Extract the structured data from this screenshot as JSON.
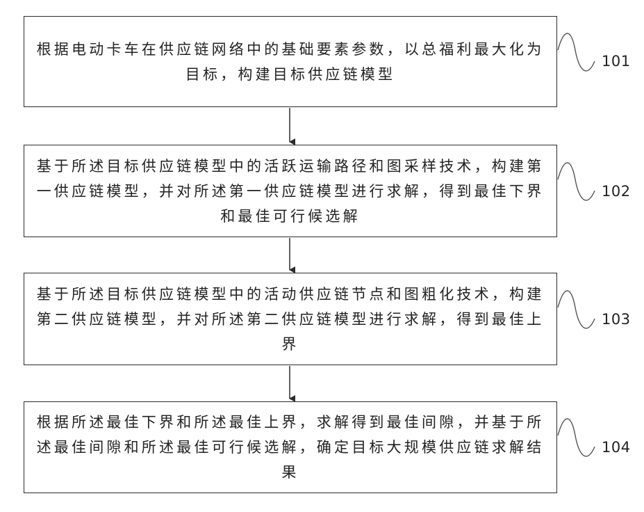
{
  "steps": [
    {
      "label": "101",
      "text": "根据电动卡车在供应链网络中的基础要素参数，以总福利最大化为目标，构建目标供应链模型"
    },
    {
      "label": "102",
      "text": "基于所述目标供应链模型中的活跃运输路径和图采样技术，构建第一供应链模型，并对所述第一供应链模型进行求解，得到最佳下界和最佳可行候选解"
    },
    {
      "label": "103",
      "text": "基于所述目标供应链模型中的活动供应链节点和图粗化技术，构建第二供应链模型，并对所述第二供应链模型进行求解，得到最佳上界"
    },
    {
      "label": "104",
      "text": "根据所述最佳下界和所述最佳上界，求解得到最佳间隙，并基于所述最佳间隙和所述最佳可行候选解，确定目标大规模供应链求解结果"
    }
  ]
}
